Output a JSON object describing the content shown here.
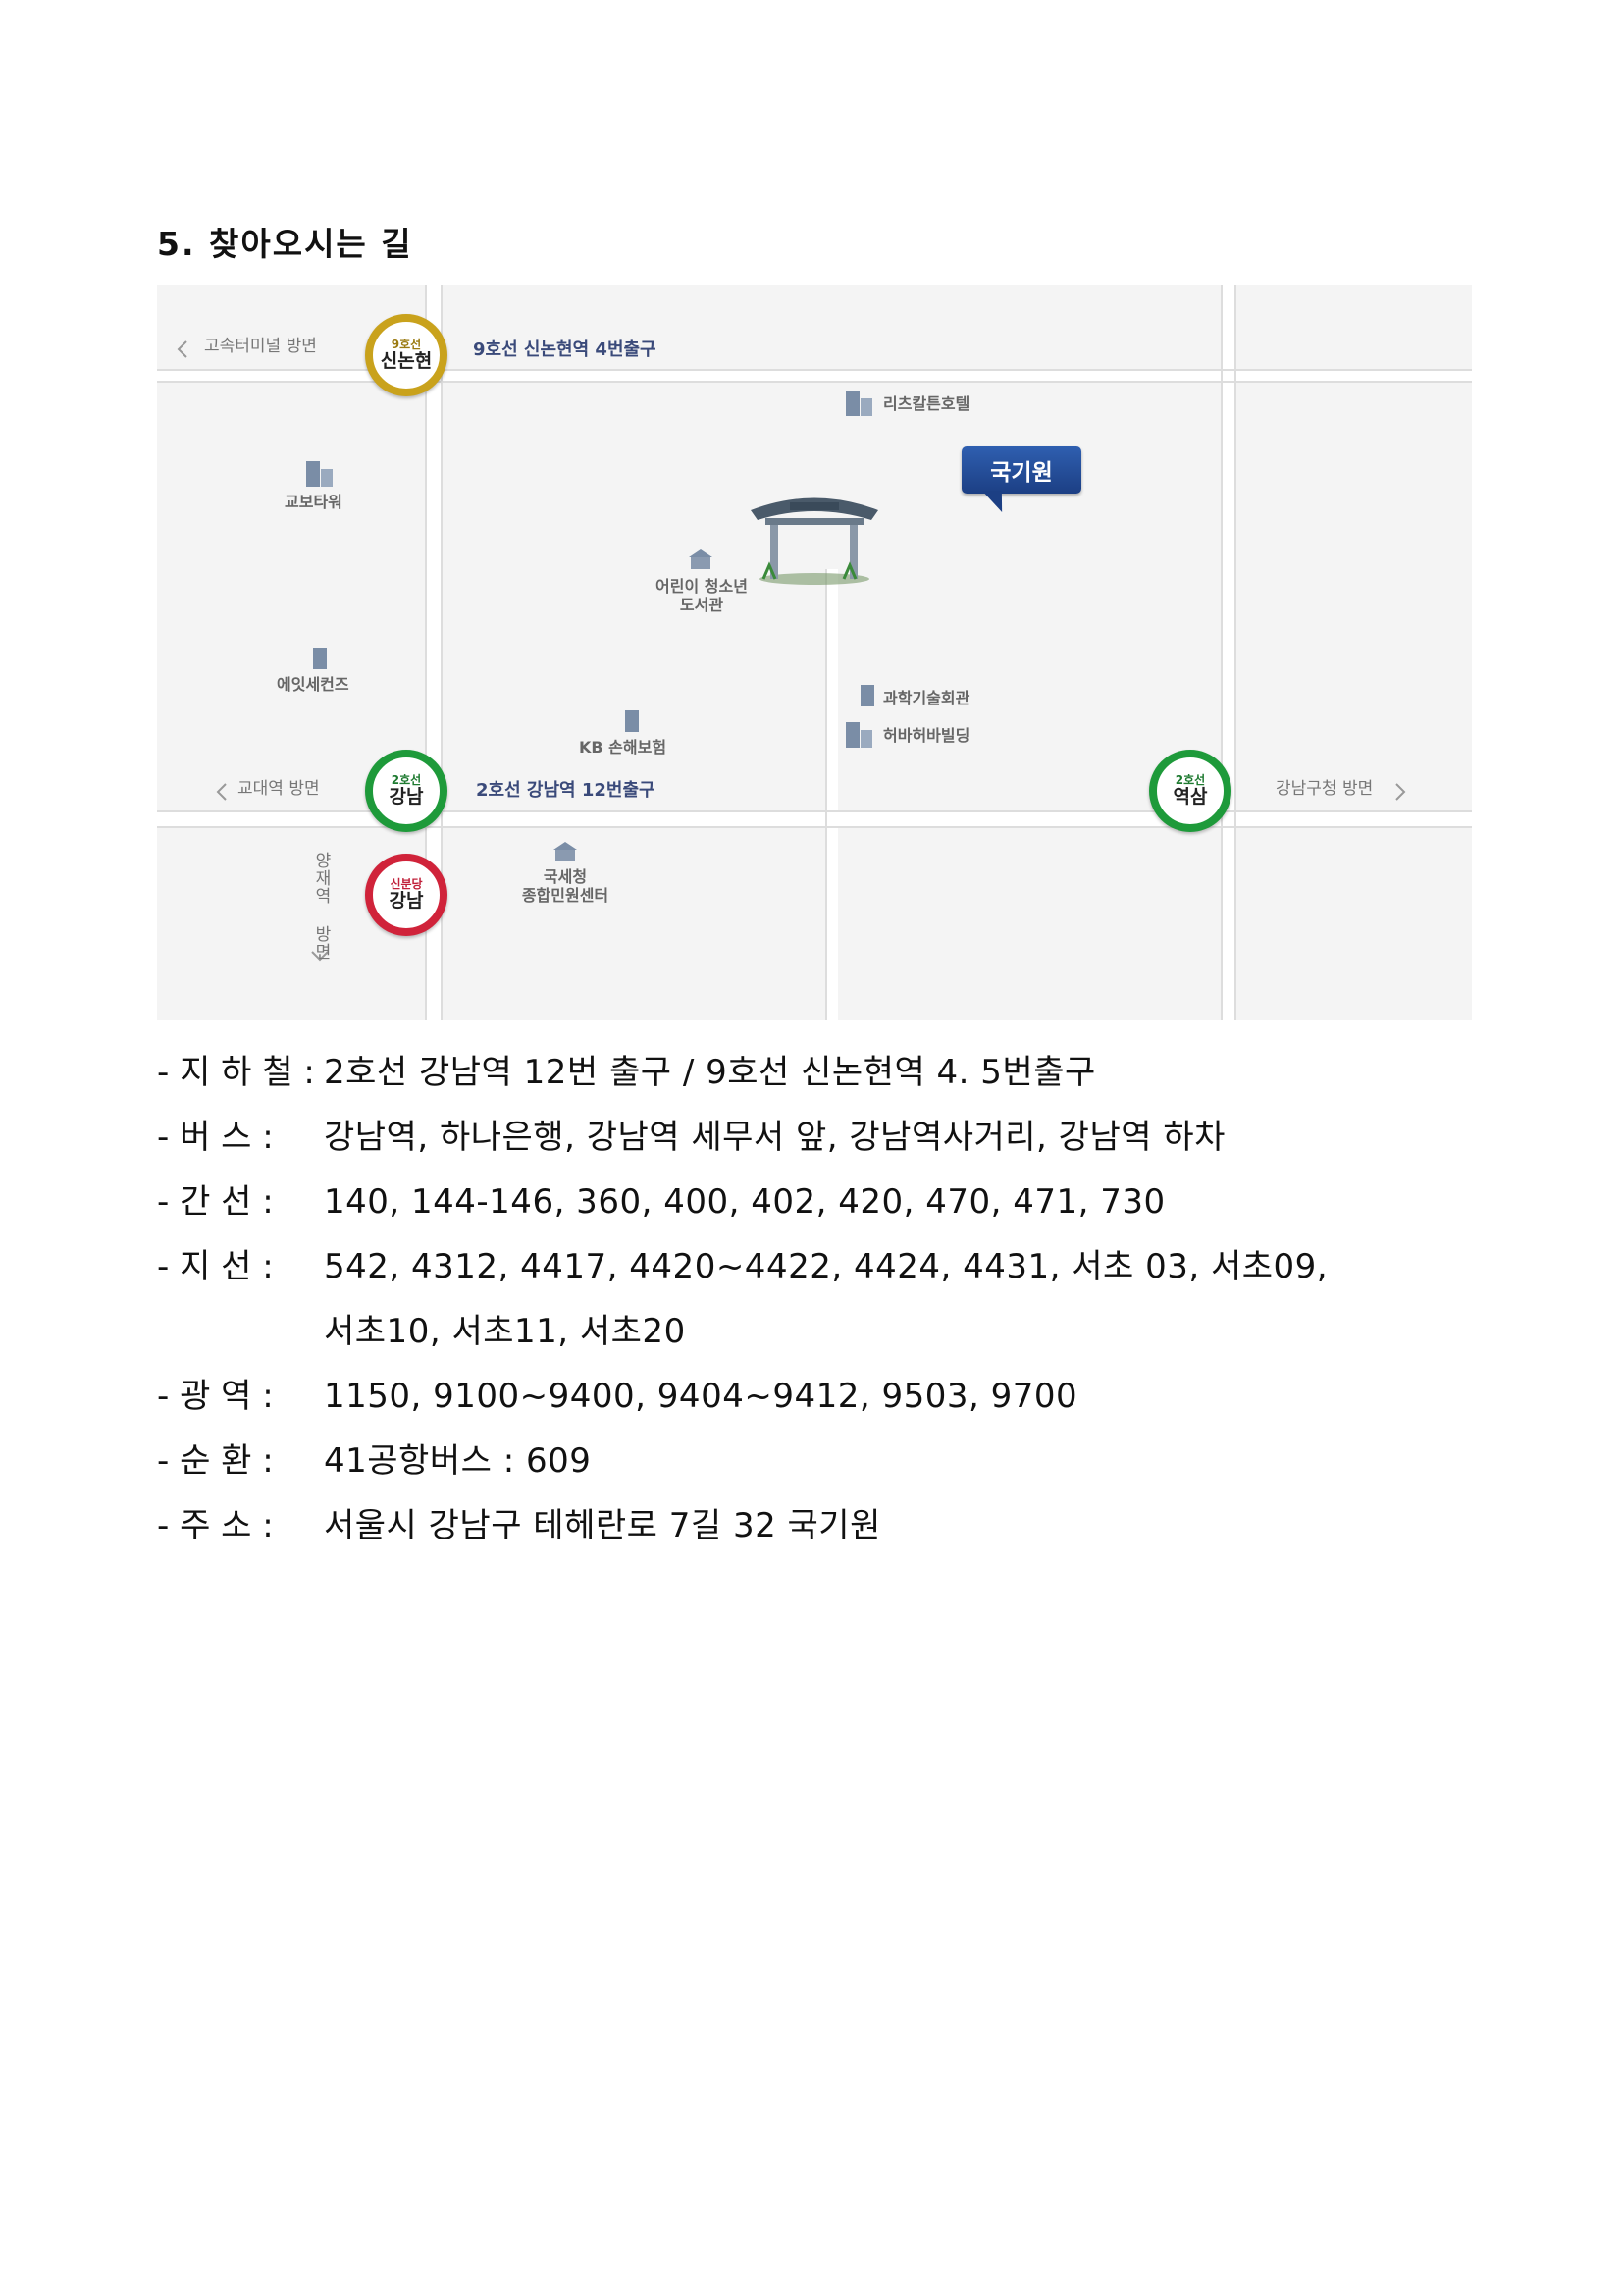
{
  "heading": "5. 찾아오시는 길",
  "map": {
    "directions": {
      "top_left": "고속터미널 방면",
      "mid_left": "교대역 방면",
      "mid_right": "강남구청 방면",
      "bottom_left": "양재역 방면"
    },
    "stations": [
      {
        "line": "9호선",
        "name": "신논현",
        "color": "#c9a21c"
      },
      {
        "line": "2호선",
        "name": "강남",
        "color": "#1e9a3a"
      },
      {
        "line": "신분당",
        "name": "강남",
        "color": "#d0233a"
      },
      {
        "line": "2호선",
        "name": "역삼",
        "color": "#1e9a3a"
      }
    ],
    "exits": {
      "sinnonhyeon": "9호선 신논현역 4번출구",
      "gangnam": "2호선 강남역 12번출구"
    },
    "landmarks": {
      "ritz": "리츠칼튼호텔",
      "kyobo": "교보타워",
      "library": [
        "어린이 청소년",
        "도서관"
      ],
      "eight_seconds": "에잇세컨즈",
      "kb": "KB 손해보험",
      "science": "과학기술회관",
      "heobaheoba": "허바허바빌딩",
      "nts": [
        "국세청",
        "종합민원센터"
      ],
      "kukkiwon": "국기원"
    },
    "colors": {
      "kukkiwon_badge": "#1c3f84",
      "line2": "#1e9a3a",
      "line9": "#c9a21c",
      "sinbundang": "#d0233a"
    }
  },
  "info": [
    {
      "cat": "- 지 하 철 :",
      "val": "2호선 강남역 12번 출구 / 9호선 신논현역 4. 5번출구"
    },
    {
      "cat": "- 버 스 :",
      "val": "강남역, 하나은행, 강남역 세무서 앞, 강남역사거리, 강남역 하차"
    },
    {
      "cat": "- 간 선 :",
      "val": "140, 144-146, 360, 400, 402, 420, 470, 471, 730"
    },
    {
      "cat": "- 지 선 :",
      "val": "542, 4312, 4417, 4420~4422, 4424, 4431, 서초 03, 서초09,"
    },
    {
      "cat": "",
      "val": "서초10, 서초11, 서초20"
    },
    {
      "cat": "- 광 역 :",
      "val": "1150, 9100~9400, 9404~9412, 9503, 9700"
    },
    {
      "cat": "- 순 환 :",
      "val": "41공항버스 : 609"
    },
    {
      "cat": "- 주 소 :",
      "val": "서울시 강남구 테헤란로 7길 32 국기원"
    }
  ]
}
